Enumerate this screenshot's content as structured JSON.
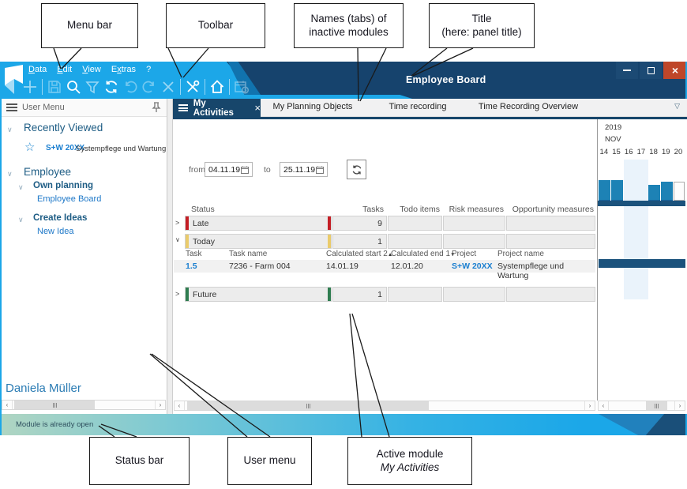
{
  "callouts": {
    "menu_bar": "Menu bar",
    "toolbar": "Toolbar",
    "tabs": {
      "line1": "Names (tabs) of",
      "line2": "inactive modules"
    },
    "title": {
      "line1": "Title",
      "line2": "(here: panel title)"
    },
    "status_bar": "Status bar",
    "user_menu": "User menu",
    "active_module": {
      "line1": "Active module",
      "line2": "My Activities"
    }
  },
  "window": {
    "title": "Employee Board",
    "menu": [
      {
        "pre": "",
        "u": "D",
        "post": "ata"
      },
      {
        "pre": "",
        "u": "E",
        "post": "dit"
      },
      {
        "pre": "",
        "u": "V",
        "post": "iew"
      },
      {
        "pre": "E",
        "u": "x",
        "post": "tras"
      },
      {
        "pre": "?",
        "u": "",
        "post": ""
      }
    ],
    "toolbar_icons": [
      "new",
      "save",
      "search",
      "filter",
      "refresh",
      "undo",
      "redo",
      "delete",
      "tools",
      "home",
      "planning-calendar"
    ]
  },
  "icons": {
    "close_tab": "×",
    "dropdown": "▽",
    "chevron_open": "∨",
    "expander_closed": ">",
    "expander_open": "∨",
    "star": "☆",
    "scroll_left": "‹",
    "scroll_right": "›"
  },
  "sidebar": {
    "header": "User Menu",
    "recently": {
      "title": "Recently Viewed",
      "item": {
        "code": "S+W 20XX",
        "text": "Systempflege und Wartung"
      }
    },
    "employee": {
      "title": "Employee",
      "groups": [
        {
          "label": "Own planning",
          "link": "Employee Board"
        },
        {
          "label": "Create Ideas",
          "link": "New Idea"
        }
      ]
    },
    "user": "Daniela Müller"
  },
  "tabs": {
    "active": "My Activities",
    "inactive": [
      "My Planning Objects",
      "Time recording",
      "Time Recording Overview"
    ]
  },
  "filters": {
    "from_label": "from",
    "from_value": "04.11.19",
    "to_label": "to",
    "to_value": "25.11.19"
  },
  "table": {
    "columns": [
      "Status",
      "Tasks",
      "Todo items",
      "Risk measures",
      "Opportunity measures"
    ],
    "groups": [
      {
        "label": "Late",
        "tasks": "9",
        "color": "#C41E25"
      },
      {
        "label": "Today",
        "tasks": "1",
        "color": "#EACB6B"
      },
      {
        "label": "Future",
        "tasks": "1",
        "color": "#2F7D50"
      }
    ],
    "subcolumns": [
      {
        "label": "Task",
        "sort": "",
        "dir": ""
      },
      {
        "label": "Task name",
        "sort": "",
        "dir": ""
      },
      {
        "label": "Calculated start",
        "sort": "2",
        "dir": "▲"
      },
      {
        "label": "Calculated end",
        "sort": "1",
        "dir": "▼"
      },
      {
        "label": "Project",
        "sort": "",
        "dir": ""
      },
      {
        "label": "Project name",
        "sort": "",
        "dir": ""
      }
    ],
    "row": {
      "task": "1.5",
      "task_name": "7236 - Farm 004",
      "start": "14.01.19",
      "end": "12.01.20",
      "project": "S+W 20XX",
      "project_name": "Systempflege und Wartung"
    }
  },
  "gantt": {
    "year": "2019",
    "month": "NOV",
    "days": [
      "14",
      "15",
      "16",
      "17",
      "18",
      "19",
      "20"
    ]
  },
  "status": {
    "message": "Module is already open"
  },
  "colors": {
    "header_cyan": "#1CA7E8",
    "header_navy": "#16436D",
    "active_tab_navy": "#17466B",
    "close_red": "#BF4629",
    "late_red": "#C41E25",
    "today_amber": "#EACB6B",
    "future_green": "#2F7D50",
    "link_blue": "#1B7FD0",
    "capacity_bar_blue": "#1D82B5",
    "gantt_bar_navy": "#1B527C",
    "weekend_highlight": "#EAF3FB"
  }
}
